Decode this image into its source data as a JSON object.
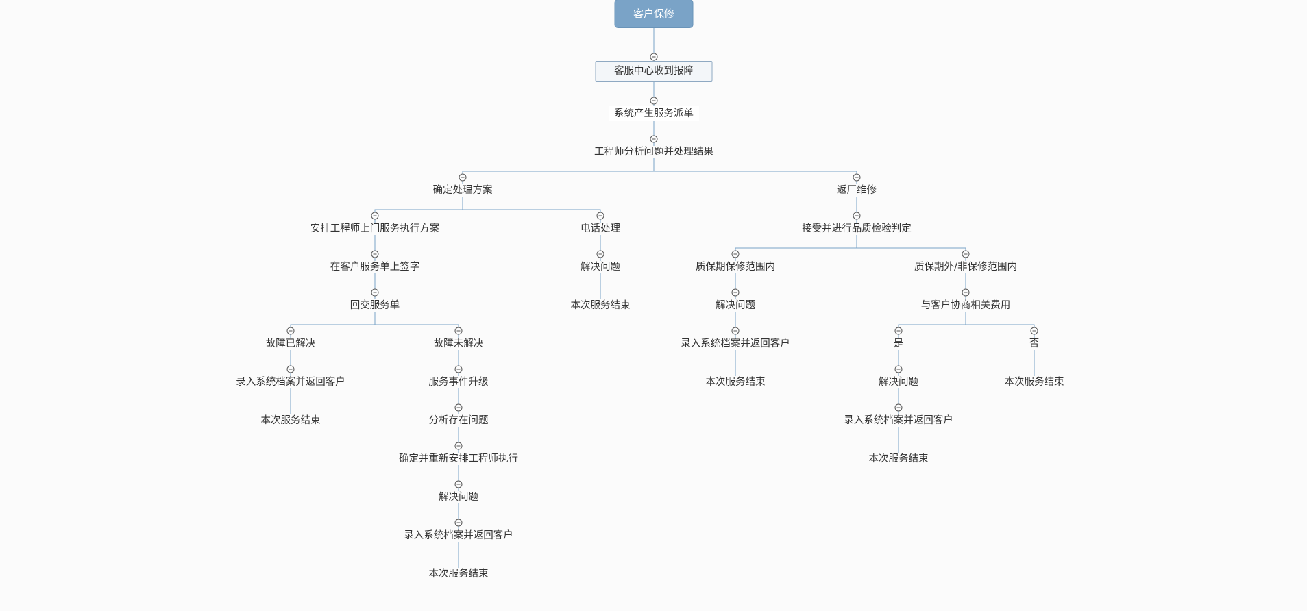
{
  "root": {
    "id": "n0",
    "label": "客户保修"
  },
  "nodes": [
    {
      "id": "n0",
      "label": "客户保修"
    },
    {
      "id": "n1",
      "label": "客服中心收到报障"
    },
    {
      "id": "n2",
      "label": "系统产生服务派单"
    },
    {
      "id": "n3",
      "label": "工程师分析问题并处理结果"
    },
    {
      "id": "n4",
      "label": "确定处理方案"
    },
    {
      "id": "n5",
      "label": "返厂维修"
    },
    {
      "id": "n6",
      "label": "安排工程师上门服务执行方案"
    },
    {
      "id": "n7",
      "label": "电话处理"
    },
    {
      "id": "n8",
      "label": "在客户服务单上签字"
    },
    {
      "id": "n9",
      "label": "回交服务单"
    },
    {
      "id": "n10",
      "label": "故障已解决"
    },
    {
      "id": "n11",
      "label": "录入系统档案并返回客户"
    },
    {
      "id": "n12",
      "label": "本次服务结束"
    },
    {
      "id": "n13",
      "label": "故障未解决"
    },
    {
      "id": "n14",
      "label": "服务事件升级"
    },
    {
      "id": "n15",
      "label": "分析存在问题"
    },
    {
      "id": "n16",
      "label": "确定并重新安排工程师执行"
    },
    {
      "id": "n17",
      "label": "解决问题"
    },
    {
      "id": "n18",
      "label": "录入系统档案并返回客户"
    },
    {
      "id": "n19",
      "label": "本次服务结束"
    },
    {
      "id": "n20",
      "label": "解决问题"
    },
    {
      "id": "n21",
      "label": "本次服务结束"
    },
    {
      "id": "n22",
      "label": "接受并进行品质检验判定"
    },
    {
      "id": "n23",
      "label": "质保期保修范围内"
    },
    {
      "id": "n24",
      "label": "解决问题"
    },
    {
      "id": "n25",
      "label": "录入系统档案并返回客户"
    },
    {
      "id": "n26",
      "label": "本次服务结束"
    },
    {
      "id": "n27",
      "label": "质保期外/非保修范围内"
    },
    {
      "id": "n28",
      "label": "与客户协商相关费用"
    },
    {
      "id": "n29",
      "label": "是"
    },
    {
      "id": "n30",
      "label": "解决问题"
    },
    {
      "id": "n31",
      "label": "录入系统档案并返回客户"
    },
    {
      "id": "n32",
      "label": "本次服务结束"
    },
    {
      "id": "n33",
      "label": "否"
    },
    {
      "id": "n34",
      "label": "本次服务结束"
    }
  ],
  "edges": [
    [
      "n0",
      "n1"
    ],
    [
      "n1",
      "n2"
    ],
    [
      "n2",
      "n3"
    ],
    [
      "n3",
      "n4"
    ],
    [
      "n3",
      "n5"
    ],
    [
      "n4",
      "n6"
    ],
    [
      "n4",
      "n7"
    ],
    [
      "n6",
      "n8"
    ],
    [
      "n8",
      "n9"
    ],
    [
      "n9",
      "n10"
    ],
    [
      "n9",
      "n13"
    ],
    [
      "n10",
      "n11"
    ],
    [
      "n11",
      "n12"
    ],
    [
      "n13",
      "n14"
    ],
    [
      "n14",
      "n15"
    ],
    [
      "n15",
      "n16"
    ],
    [
      "n16",
      "n17"
    ],
    [
      "n17",
      "n18"
    ],
    [
      "n18",
      "n19"
    ],
    [
      "n7",
      "n20"
    ],
    [
      "n20",
      "n21"
    ],
    [
      "n5",
      "n22"
    ],
    [
      "n22",
      "n23"
    ],
    [
      "n22",
      "n27"
    ],
    [
      "n23",
      "n24"
    ],
    [
      "n24",
      "n25"
    ],
    [
      "n25",
      "n26"
    ],
    [
      "n27",
      "n28"
    ],
    [
      "n28",
      "n29"
    ],
    [
      "n28",
      "n33"
    ],
    [
      "n29",
      "n30"
    ],
    [
      "n30",
      "n31"
    ],
    [
      "n31",
      "n32"
    ],
    [
      "n33",
      "n34"
    ]
  ],
  "collapse_icon": "minus-circle-icon",
  "colors": {
    "line": "#7aa3c7",
    "root_fill": "#7aa3c7",
    "root_text": "#ffffff",
    "box_border": "#8fa9c2"
  }
}
